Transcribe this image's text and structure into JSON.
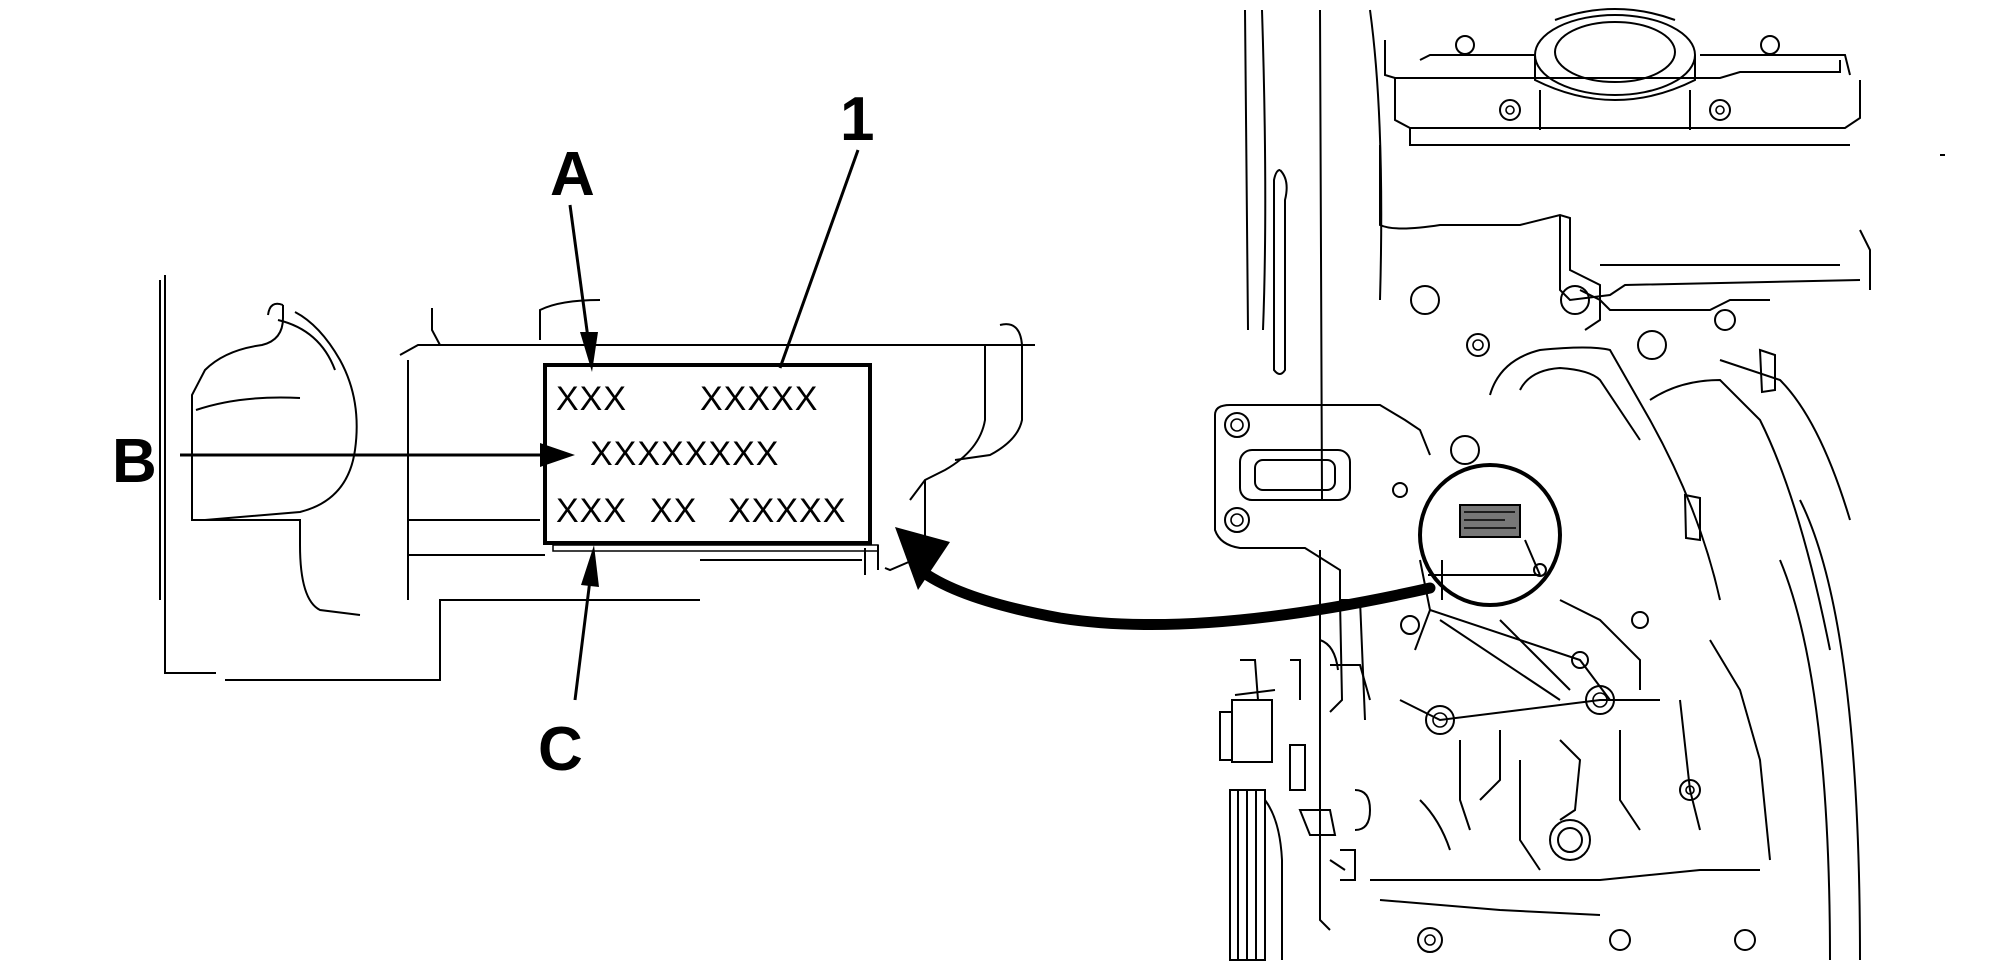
{
  "callouts": {
    "A": "A",
    "B": "B",
    "C": "C",
    "one": "1"
  },
  "plate": {
    "line1_left": "XXX",
    "line1_right": "XXXXX",
    "line2": "XXXXXXXX",
    "line3_a": "XXX",
    "line3_b": "XX",
    "line3_c": "XXXXX"
  }
}
